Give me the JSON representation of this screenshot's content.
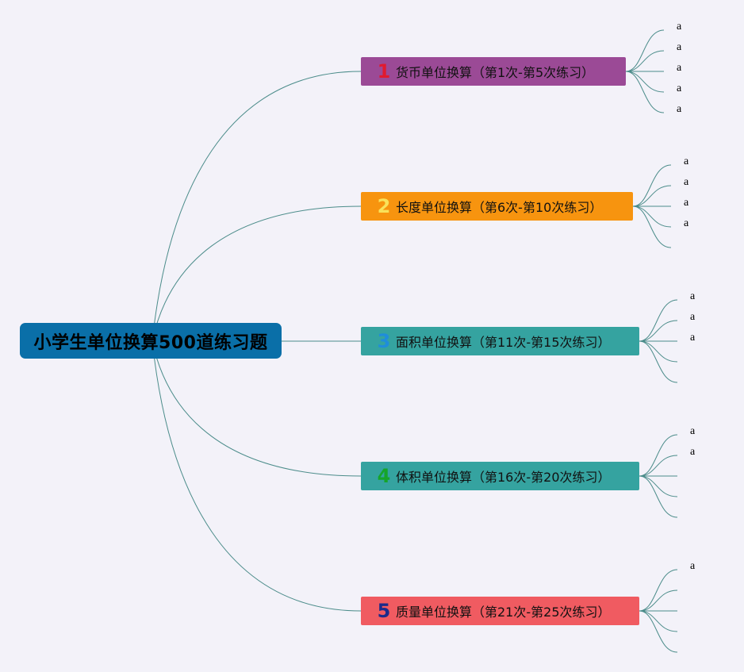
{
  "root": {
    "title": "小学生单位换算500道练习题"
  },
  "branches": [
    {
      "number": "1",
      "label": "货币单位换算（第1次-第5次练习）",
      "bg": "#9b4a96",
      "number_color": "#e01a2f",
      "leaves": [
        "a",
        "a",
        "a",
        "a",
        "a"
      ]
    },
    {
      "number": "2",
      "label": "长度单位换算（第6次-第10次练习）",
      "bg": "#f7940f",
      "number_color": "#f9e25a",
      "leaves": [
        "a",
        "a",
        "a",
        "a",
        ""
      ]
    },
    {
      "number": "3",
      "label": "面积单位换算（第11次-第15次练习）",
      "bg": "#35a3a0",
      "number_color": "#1f8ddb",
      "leaves": [
        "a",
        "a",
        "a",
        "",
        ""
      ]
    },
    {
      "number": "4",
      "label": "体积单位换算（第16次-第20次练习）",
      "bg": "#35a3a0",
      "number_color": "#15a52a",
      "leaves": [
        "a",
        "a",
        "",
        "",
        ""
      ]
    },
    {
      "number": "5",
      "label": "质量单位换算（第21次-第25次练习）",
      "bg": "#f05b61",
      "number_color": "#1b2a8a",
      "leaves": [
        "a",
        "",
        "",
        "",
        ""
      ]
    }
  ],
  "colors": {
    "connector": "#4b8c8a",
    "background": "#f3f2f9",
    "root_bg": "#0a6fa8"
  }
}
